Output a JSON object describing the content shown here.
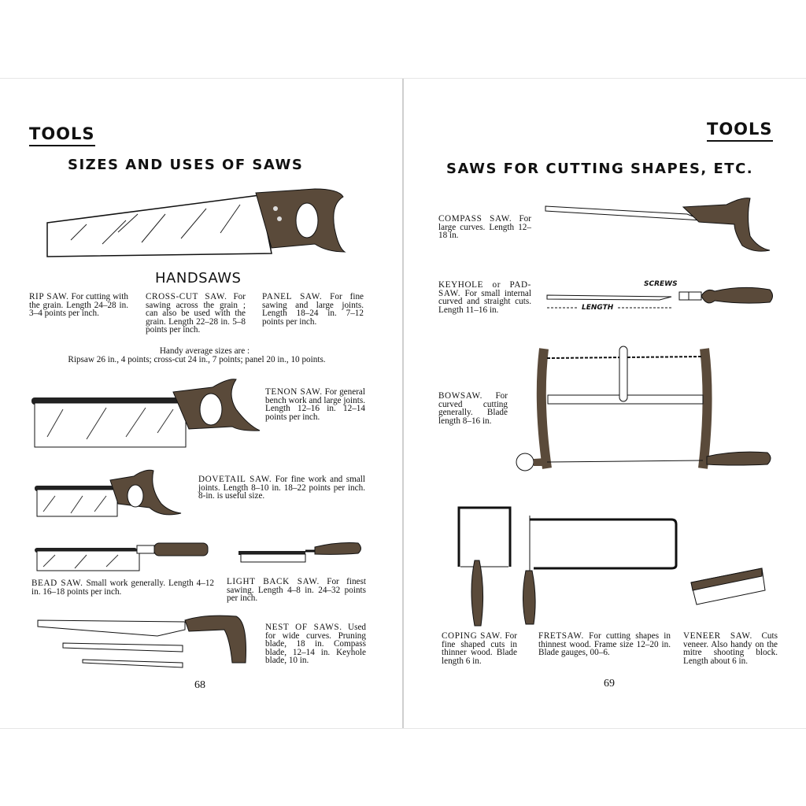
{
  "left_page": {
    "running_head": "TOOLS",
    "title": "SIZES AND USES OF SAWS",
    "section": "HANDSAWS",
    "entries": [
      {
        "name": "RIP SAW.",
        "text": "For cutting with the grain. Length 24–28 in. 3–4 points per inch."
      },
      {
        "name": "CROSS-CUT SAW.",
        "text": "For sawing across the grain ; can also be used with the grain. Length 22–28 in. 5–8 points per inch."
      },
      {
        "name": "PANEL SAW.",
        "text": "For fine sawing and large joints. Length 18–24 in. 7–12 points per inch."
      },
      {
        "name": "TENON SAW.",
        "text": "For general bench work and large joints. Length 12–16 in. 12–14 points per inch."
      },
      {
        "name": "DOVETAIL SAW.",
        "text": "For fine work and small joints. Length 8–10 in. 18–22 points per inch. 8-in. is useful size."
      },
      {
        "name": "BEAD SAW.",
        "text": "Small work generally. Length 4–12 in. 16–18 points per inch."
      },
      {
        "name": "LIGHT BACK SAW.",
        "text": "For finest sawing. Length 4–8 in. 24–32 points per inch."
      },
      {
        "name": "NEST OF SAWS.",
        "text": "Used for wide curves. Pruning blade, 18 in. Compass blade, 12–14 in. Keyhole blade, 10 in."
      }
    ],
    "sizes_intro": "Handy average sizes are :",
    "sizes_text": "Ripsaw 26 in., 4 points; cross-cut 24 in., 7 points; panel 20 in., 10 points.",
    "page_number": "68"
  },
  "right_page": {
    "running_head": "TOOLS",
    "title": "SAWS FOR CUTTING SHAPES, ETC.",
    "entries": [
      {
        "name": "COMPASS SAW.",
        "text": "For large curves. Length 12–18 in."
      },
      {
        "name": "KEYHOLE or PAD-SAW.",
        "text": "For small internal curved and straight cuts. Length 11–16 in."
      },
      {
        "name": "BOWSAW.",
        "text": "For curved cutting generally. Blade length 8–16 in."
      },
      {
        "name": "COPING SAW.",
        "text": "For fine shaped cuts in thinner wood. Blade length 6 in."
      },
      {
        "name": "FRETSAW.",
        "text": "For cutting shapes in thinnest wood. Frame size 12–20 in. Blade gauges, 00–6."
      },
      {
        "name": "VENEER SAW.",
        "text": "Cuts veneer. Also handy on the mitre shooting block. Length about 6 in."
      }
    ],
    "labels": {
      "screws": "SCREWS",
      "length": "LENGTH"
    },
    "page_number": "69"
  }
}
